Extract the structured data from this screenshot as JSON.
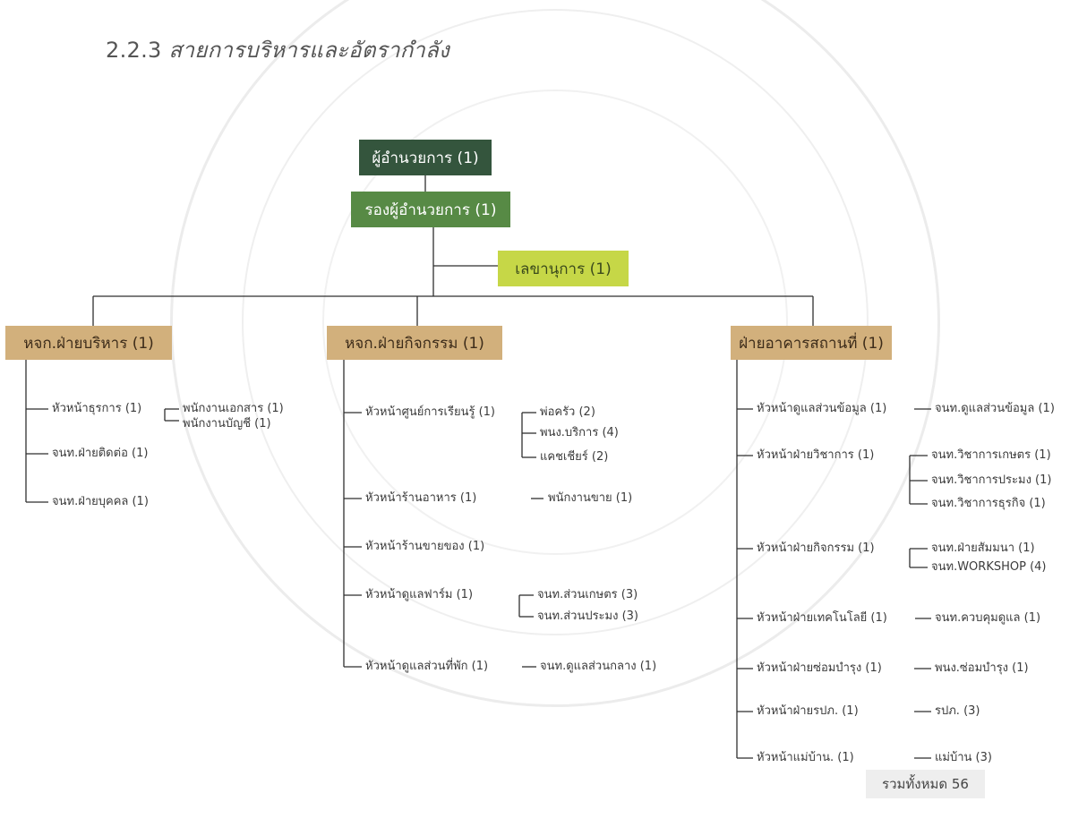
{
  "heading": {
    "number": "2.2.3",
    "title": "สายการบริหารและอัตรากำลัง"
  },
  "top": {
    "director": "ผู้อำนวยการ (1)",
    "deputy": "รองผู้อำนวยการ (1)",
    "secretary": "เลขานุการ (1)"
  },
  "admin": {
    "head": "หจก.ฝ่ายบริหาร (1)",
    "general": "หัวหน้าธุรการ (1)",
    "document_staff": "พนักงานเอกสาร (1)",
    "account_staff": "พนักงานบัญชี (1)",
    "liaison": "จนท.ฝ่ายติดต่อ (1)",
    "personnel": "จนท.ฝ่ายบุคคล (1)"
  },
  "activity": {
    "head": "หจก.ฝ่ายกิจกรรม (1)",
    "learning_center": "หัวหน้าศูนย์การเรียนรู้ (1)",
    "cook": "พ่อครัว (2)",
    "service_staff": "พนง.บริการ (4)",
    "cashier": "แคชเชียร์ (2)",
    "restaurant": "หัวหน้าร้านอาหาร (1)",
    "sales_staff": "พนักงานขาย (1)",
    "shop": "หัวหน้าร้านขายของ (1)",
    "farm": "หัวหน้าดูแลฟาร์ม (1)",
    "agri_staff": "จนท.ส่วนเกษตร (3)",
    "fishery_staff": "จนท.ส่วนประมง (3)",
    "lodging": "หัวหน้าดูแลส่วนที่พัก (1)",
    "central_staff": "จนท.ดูแลส่วนกลาง (1)"
  },
  "building": {
    "head": "ฝ่ายอาคารสถานที่ (1)",
    "data": "หัวหน้าดูแลส่วนข้อมูล (1)",
    "data_staff": "จนท.ดูแลส่วนข้อมูล (1)",
    "academic": "หัวหน้าฝ่ายวิชาการ (1)",
    "acad_agri": "จนท.วิชาการเกษตร (1)",
    "acad_fish": "จนท.วิชาการประมง (1)",
    "acad_biz": "จนท.วิชาการธุรกิจ (1)",
    "activities": "หัวหน้าฝ่ายกิจกรรม (1)",
    "seminar": "จนท.ฝ่ายสัมมนา (1)",
    "workshop": "จนท.WORKSHOP (4)",
    "tech": "หัวหน้าฝ่ายเทคโนโลยี (1)",
    "control": "จนท.ควบคุมดูแล (1)",
    "maint": "หัวหน้าฝ่ายซ่อมบำรุง (1)",
    "maint_staff": "พนง.ซ่อมบำรุง (1)",
    "security": "หัวหน้าฝ่ายรปภ. (1)",
    "guards": "รปภ. (3)",
    "housekeeping": "หัวหน้าแม่บ้าน. (1)",
    "maids": "แม่บ้าน (3)"
  },
  "total": "รวมทั้งหมด 56",
  "colors": {
    "director": "#34553d",
    "deputy": "#578a45",
    "secretary": "#c6d747",
    "department": "#d2b07c",
    "line": "#2f2f2f"
  }
}
